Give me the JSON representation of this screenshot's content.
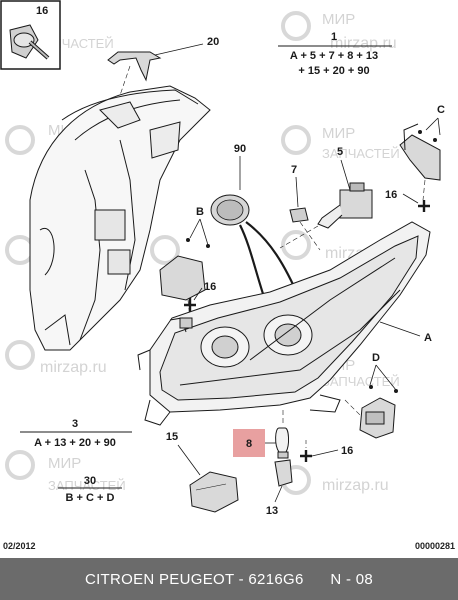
{
  "watermark": {
    "line1": "МИР",
    "line2": "ЗАПЧАСТЕЙ",
    "site": "mirzap.ru"
  },
  "inset": {
    "number": "16"
  },
  "callouts": {
    "n1": "1",
    "n1_formula_a": "A + 5 + 7 + 8 + 13",
    "n1_formula_b": "+ 15 + 20 + 90",
    "n3": "3",
    "n3_formula": "A + 13 + 20 + 90",
    "n30": "30",
    "n30_formula": "B + C + D",
    "n20": "20",
    "n90": "90",
    "n7": "7",
    "n5": "5",
    "nC": "C",
    "n16a": "16",
    "nB": "B",
    "n16b": "16",
    "nA": "A",
    "nD": "D",
    "n8": "8",
    "n16c": "16",
    "n15": "15",
    "n13": "13"
  },
  "footer": {
    "date": "02/2012",
    "code": "00000281",
    "title": "CITROEN PEUGEOT - 6216G6",
    "page": "N - 08"
  },
  "colors": {
    "highlight": "#e8a0a0",
    "line": "#1a1a1a",
    "watermark": "#cfcfcf",
    "footer_bg": "#6b6b6b"
  }
}
